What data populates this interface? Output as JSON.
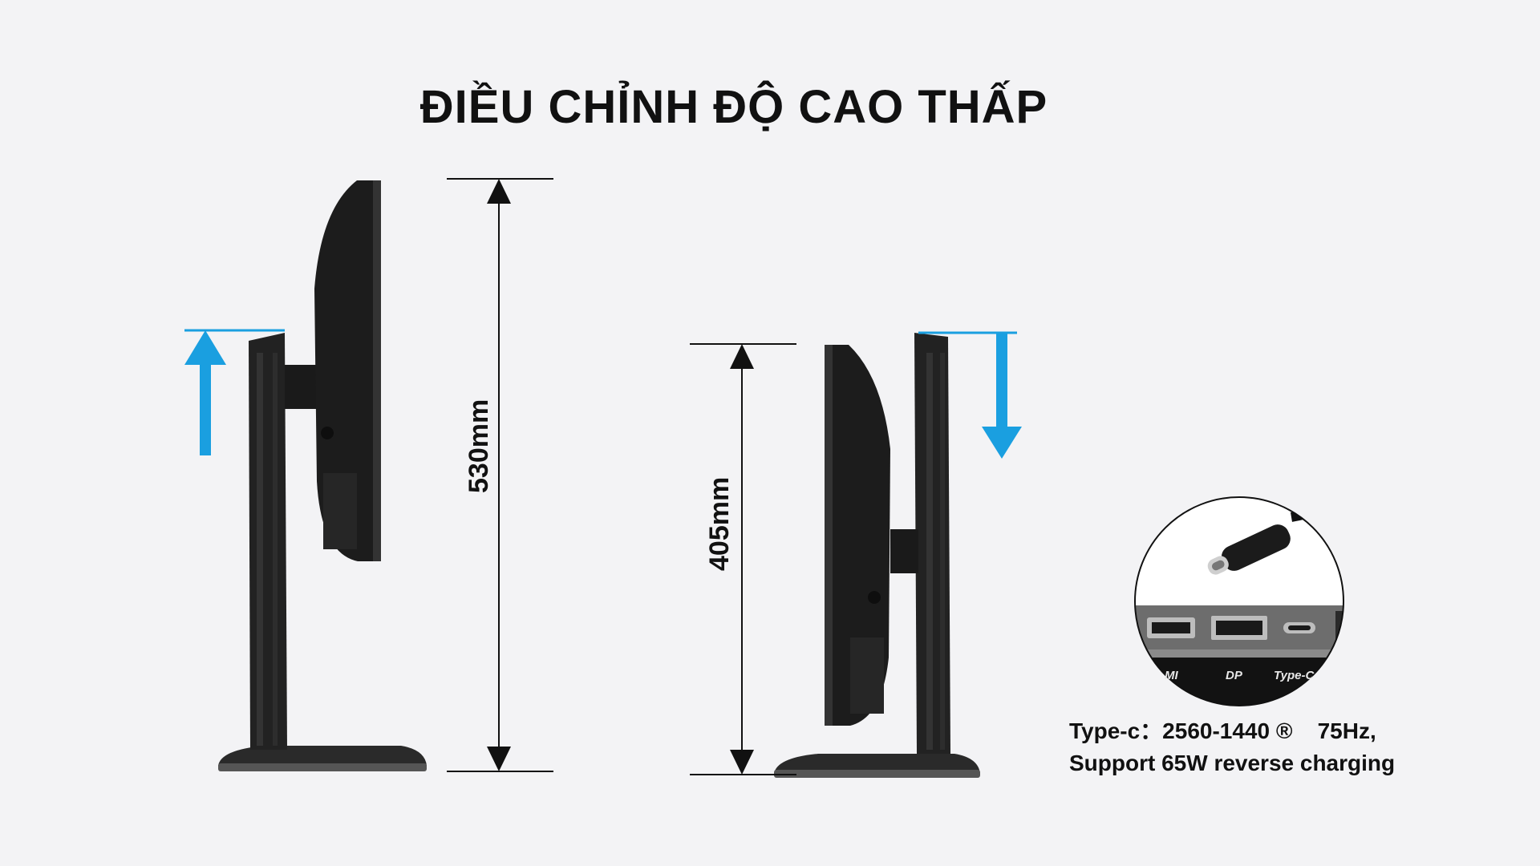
{
  "title": "ĐIỀU CHỈNH ĐỘ CAO THẤP",
  "dimensions": {
    "max_height": "530mm",
    "min_height": "405mm"
  },
  "inset": {
    "ports": [
      "MI",
      "DP",
      "Type-C"
    ]
  },
  "caption": {
    "line1": "Type-c：2560-1440 ®    75Hz,",
    "line2": "Support 65W reverse charging"
  },
  "colors": {
    "arrow_blue": "#1a9fe0",
    "monitor_black": "#1c1c1c",
    "background": "#f3f3f5"
  }
}
